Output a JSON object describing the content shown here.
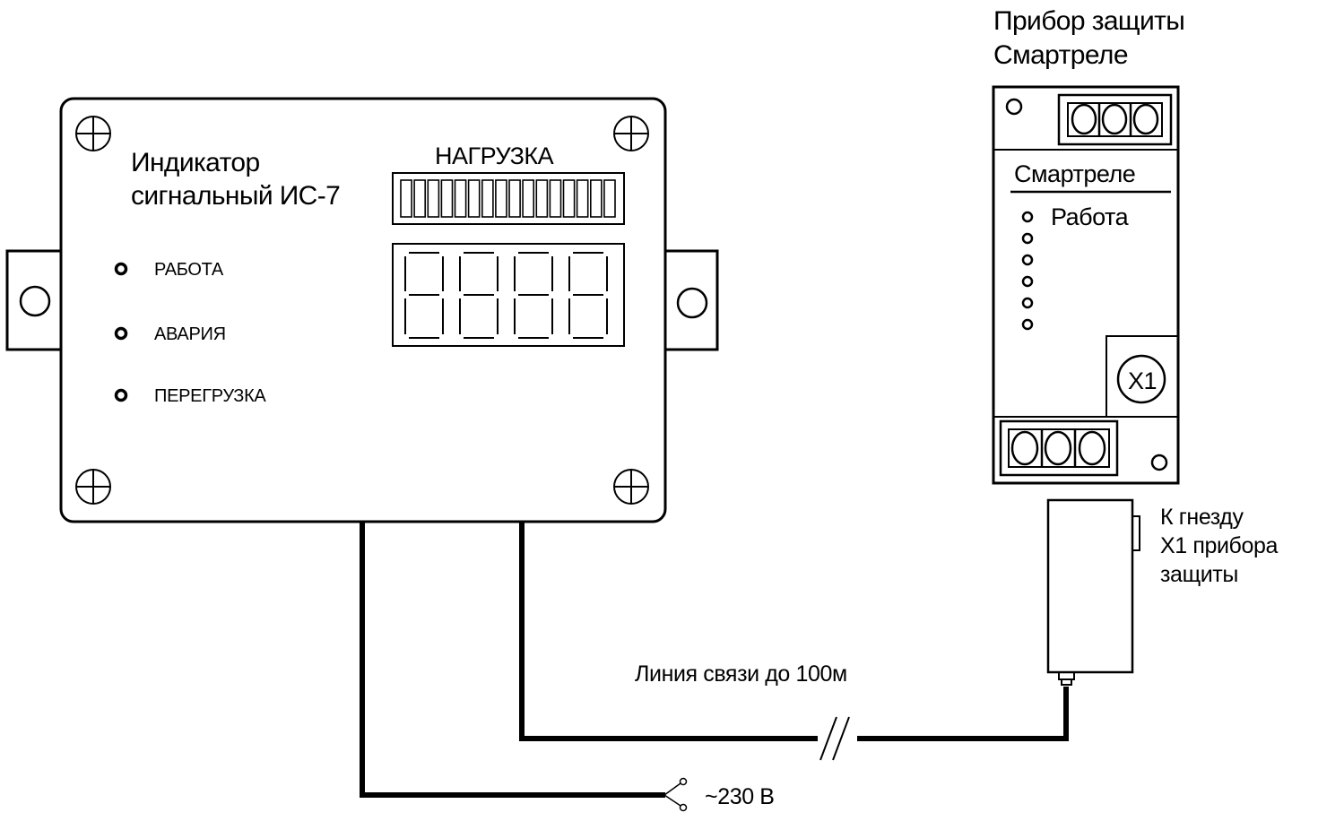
{
  "indicator": {
    "title_line1": "Индикатор",
    "title_line2": "сигнальный ИС-7",
    "load_label": "НАГРУЗКА",
    "led_labels": [
      "РАБОТА",
      "АВАРИЯ",
      "ПЕРЕГРУЗКА"
    ],
    "bargraph_segments": 16,
    "display_digits": 4
  },
  "protection_device": {
    "caption_line1": "Прибор защиты",
    "caption_line2": "Смартреле",
    "panel_name": "Смартреле",
    "work_label": "Работа",
    "socket_label": "X1"
  },
  "connector": {
    "note_line1": "К гнезду",
    "note_line2": "X1 прибора",
    "note_line3": "защиты"
  },
  "wiring": {
    "comm_line_label": "Линия связи до 100м",
    "power_label": "~230 В"
  }
}
